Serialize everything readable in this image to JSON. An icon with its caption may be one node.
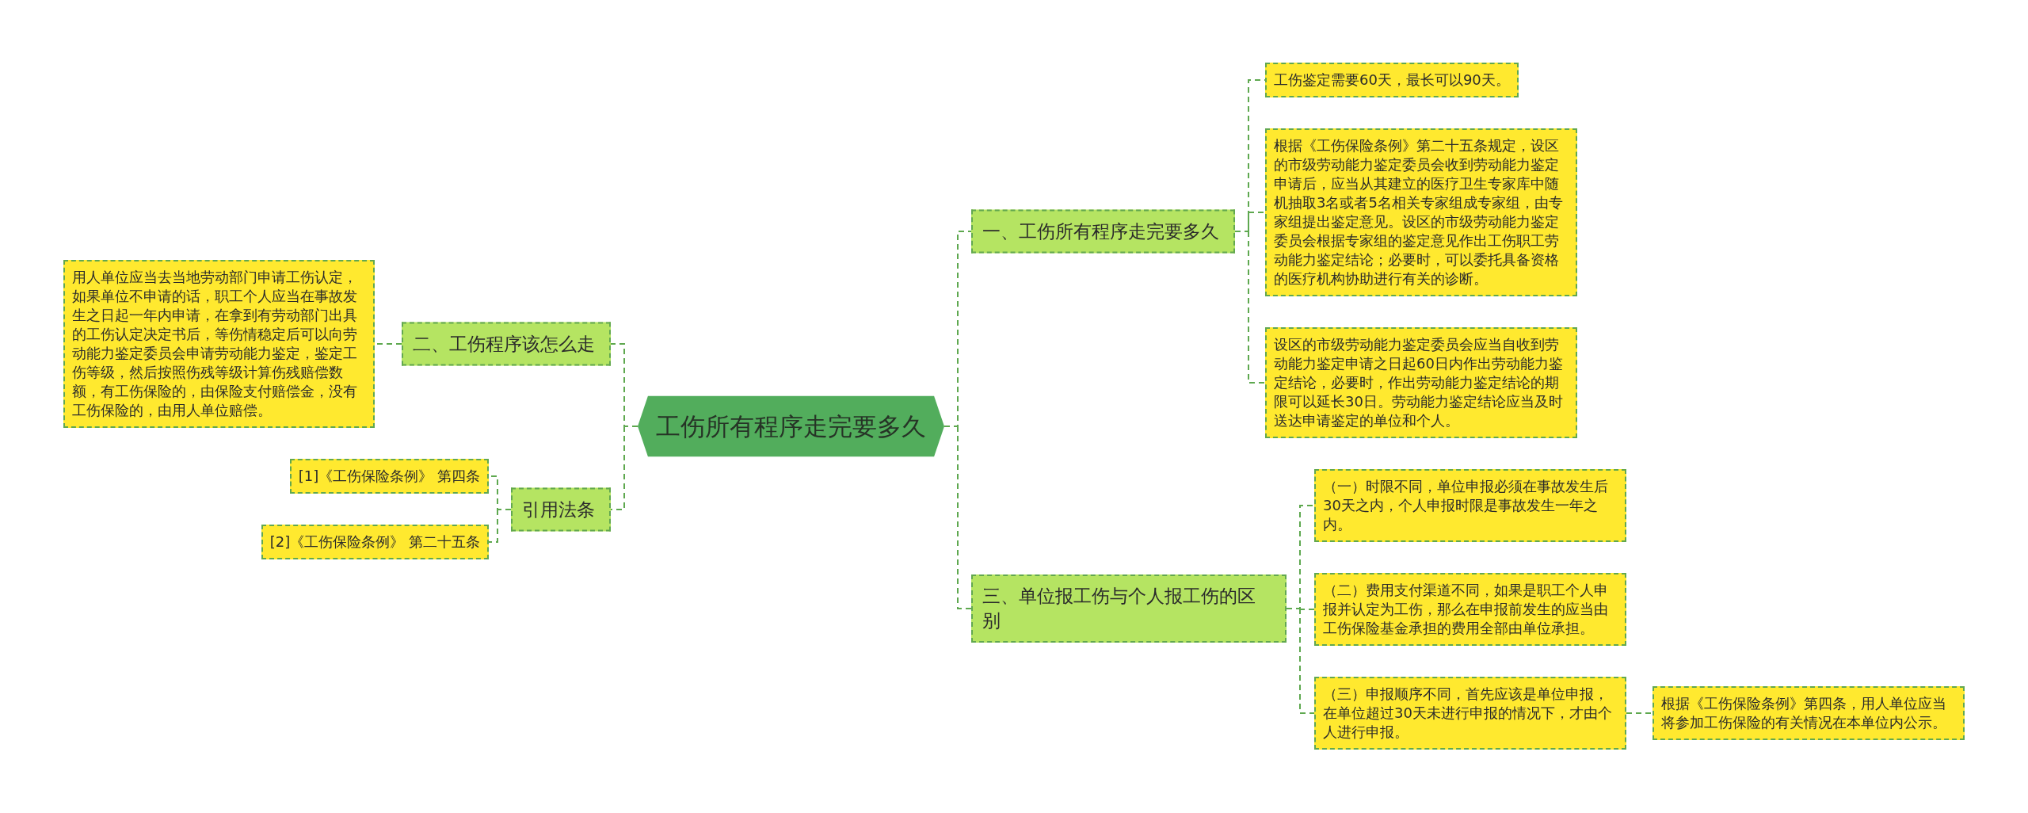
{
  "diagram": {
    "nodes": [
      {
        "text": [
          "工伤所有程序走完要多久"
        ]
      },
      {
        "text": [
          "一、工伤所有程序走完要多久"
        ]
      },
      {
        "text": [
          "工伤鉴定需要60天，最长可以90天。"
        ]
      },
      {
        "text": [
          "根据《工伤保险条例》第二十五条规定，设区的市级劳动能力鉴定委员会收到劳动能力鉴定申请后，应当从其建立的医疗卫生专家库中随机抽取3名或者5名相关专家组成专家组，由专家组提出鉴定意见。设区的市级劳动能力鉴定委员会根据专家组的鉴定意见作出工伤职工劳动能力鉴定结论；必要时，可以委托具备资格的医疗机构协助进行有关的诊断。"
        ]
      },
      {
        "text": [
          "设区的市级劳动能力鉴定委员会应当自收到劳动能力鉴定申请之日起60日内作出劳动能力鉴定结论，必要时，作出劳动能力鉴定结论的期限可以延长30日。劳动能力鉴定结论应当及时送达申请鉴定的单位和个人。"
        ]
      },
      {
        "text": [
          "二、工伤程序该怎么走"
        ]
      },
      {
        "text": [
          "用人单位应当去当地劳动部门申请工伤认定，如果单位不申请的话，职工个人应当在事故发生之日起一年内申请，在拿到有劳动部门出具的工伤认定决定书后，等伤情稳定后可以向劳动能力鉴定委员会申请劳动能力鉴定，鉴定工伤等级，然后按照伤残等级计算伤残赔偿数额，有工伤保险的，由保险支付赔偿金，没有工伤保险的，由用人单位赔偿。"
        ]
      },
      {
        "text": [
          "引用法条"
        ]
      },
      {
        "text": [
          "[1]《工伤保险条例》 第四条"
        ]
      },
      {
        "text": [
          "[2]《工伤保险条例》 第二十五条"
        ]
      },
      {
        "text": [
          "三、单位报工伤与个人报工伤的区别"
        ]
      },
      {
        "text": [
          "（一）时限不同，单位申报必须在事故发生后30天之内，个人申报时限是事故发生一年之内。"
        ]
      },
      {
        "text": [
          "（二）费用支付渠道不同，如果是职工个人申报并认定为工伤，那么在申报前发生的应当由工伤保险基金承担的费用全部由单位承担。"
        ]
      },
      {
        "text": [
          "（三）申报顺序不同，首先应该是单位申报，在单位超过30天未进行申报的情况下，才由个人进行申报。"
        ]
      },
      {
        "text": [
          "根据《工伤保险条例》第四条，用人单位应当将参加工伤保险的有关情况在本单位内公示。"
        ]
      }
    ],
    "edges": [
      {
        "from": 0,
        "to": 1,
        "arrow": "none",
        "style": "dashed"
      },
      {
        "from": 1,
        "to": 2,
        "arrow": "none",
        "style": "dashed"
      },
      {
        "from": 1,
        "to": 3,
        "arrow": "none",
        "style": "dashed"
      },
      {
        "from": 1,
        "to": 4,
        "arrow": "none",
        "style": "dashed"
      },
      {
        "from": 0,
        "to": 10,
        "arrow": "none",
        "style": "dashed"
      },
      {
        "from": 10,
        "to": 11,
        "arrow": "none",
        "style": "dashed"
      },
      {
        "from": 10,
        "to": 12,
        "arrow": "none",
        "style": "dashed"
      },
      {
        "from": 10,
        "to": 13,
        "arrow": "none",
        "style": "dashed"
      },
      {
        "from": 13,
        "to": 14,
        "arrow": "none",
        "style": "dashed"
      },
      {
        "from": 0,
        "to": 5,
        "arrow": "none",
        "style": "dashed"
      },
      {
        "from": 5,
        "to": 6,
        "arrow": "none",
        "style": "dashed"
      },
      {
        "from": 0,
        "to": 7,
        "arrow": "none",
        "style": "dashed"
      },
      {
        "from": 7,
        "to": 8,
        "arrow": "none",
        "style": "dashed"
      },
      {
        "from": 7,
        "to": 9,
        "arrow": "none",
        "style": "dashed"
      }
    ]
  }
}
